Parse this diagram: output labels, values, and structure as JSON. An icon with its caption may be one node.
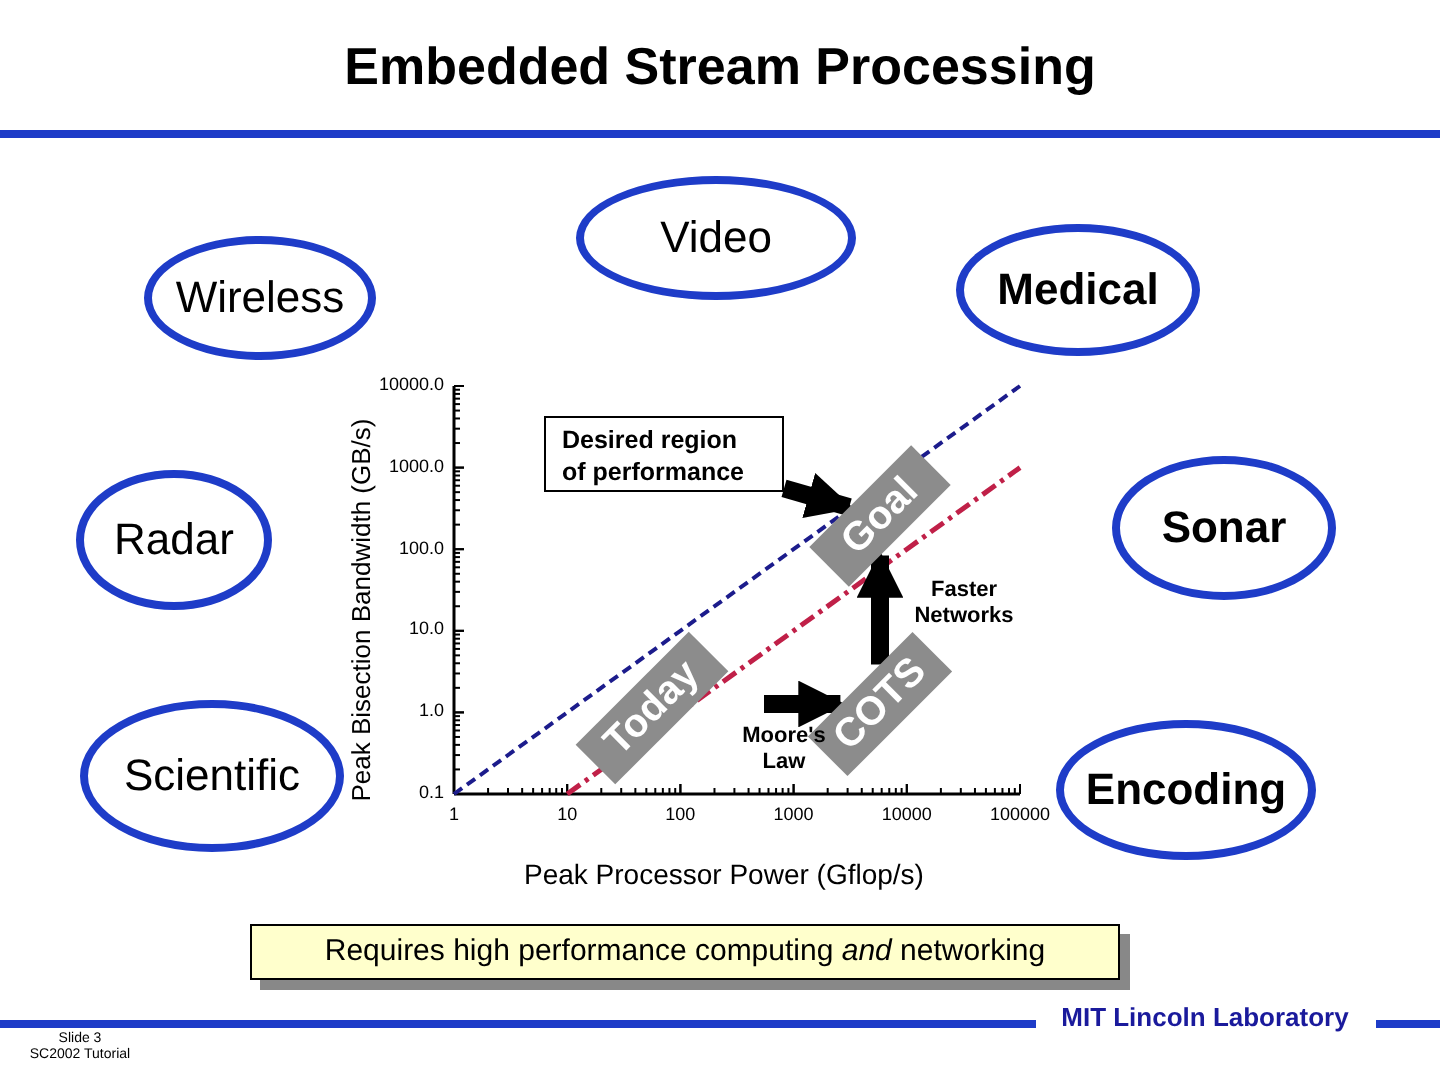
{
  "diagram": {
    "title": "Embedded Stream Processing",
    "nodes": [
      {
        "text": [
          "Video"
        ]
      },
      {
        "text": [
          "Wireless"
        ]
      },
      {
        "text": [
          "Medical"
        ]
      },
      {
        "text": [
          "Radar"
        ]
      },
      {
        "text": [
          "Sonar"
        ]
      },
      {
        "text": [
          "Scientific"
        ]
      },
      {
        "text": [
          "Encoding"
        ]
      },
      {
        "text": [
          "Desired region of performance"
        ]
      },
      {
        "text": [
          "Goal"
        ]
      },
      {
        "text": [
          "Today"
        ]
      },
      {
        "text": [
          "COTS"
        ]
      },
      {
        "text": [
          "Requires high performance computing *and* networking"
        ]
      }
    ],
    "edges": [
      {
        "from": 7,
        "to": 8,
        "arrow": "to"
      },
      {
        "from": null,
        "to": 10,
        "arrow": "to",
        "label": "Moore's Law"
      },
      {
        "from": 10,
        "to": 8,
        "arrow": "to",
        "label": "Faster Networks"
      }
    ],
    "labels": [
      "Peak Bisection Bandwidth (GB/s)",
      "10000.0",
      "1000.0",
      "100.0",
      "10.0",
      "1.0",
      "0.1",
      "1",
      "10",
      "100",
      "1000",
      "10000",
      "100000",
      "Peak Processor Power (Gflop/s)",
      "Slide 3",
      "SC2002 Tutorial",
      "MIT Lincoln Laboratory"
    ]
  }
}
